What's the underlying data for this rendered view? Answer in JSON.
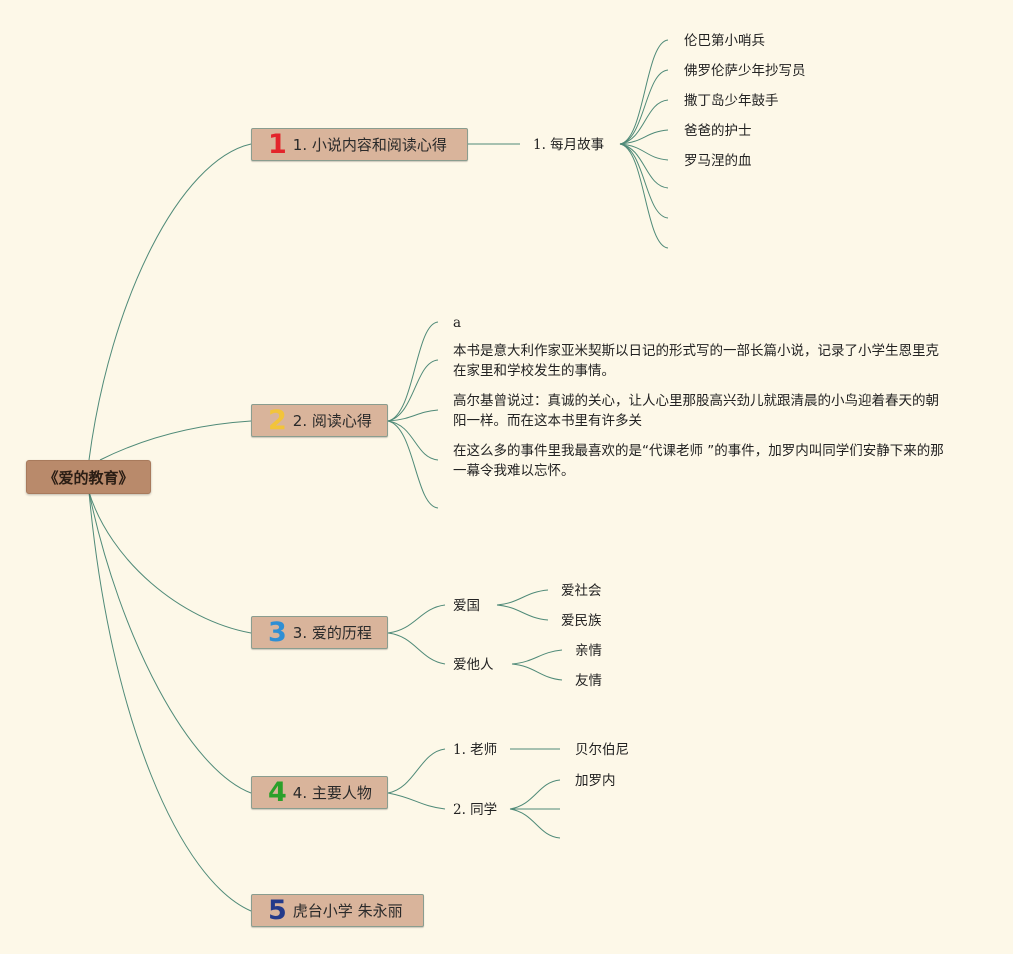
{
  "root": {
    "label": "《爱的教育》"
  },
  "topics": [
    {
      "number": "1",
      "label": "1. 小说内容和阅读心得"
    },
    {
      "number": "2",
      "label": "2. 阅读心得"
    },
    {
      "number": "3",
      "label": "3. 爱的历程"
    },
    {
      "number": "4",
      "label": "4. 主要人物"
    },
    {
      "number": "5",
      "label": "虎台小学 朱永丽"
    }
  ],
  "t1": {
    "sub": "1. 每月故事",
    "stories": [
      "伦巴第小哨兵",
      "佛罗伦萨少年抄写员",
      "撒丁岛少年鼓手",
      "爸爸的护士",
      "罗马涅的血"
    ]
  },
  "t2": {
    "items": [
      "a",
      "本书是意大利作家亚米契斯以日记的形式写的一部长篇小说，记录了小学生恩里克 在家里和学校发生的事情。",
      "高尔基曾说过：真诚的关心，让人心里那股高兴劲儿就跟清晨的小鸟迎着春天的朝阳一样。而在这本书里有许多关",
      "在这么多的事件里我最喜欢的是“代课老师 ”的事件，加罗内叫同学们安静下来的那一幕令我难以忘怀。"
    ]
  },
  "t3": {
    "groups": [
      {
        "label": "爱国",
        "children": [
          "爱社会",
          "爱民族"
        ]
      },
      {
        "label": "爱他人",
        "children": [
          "亲情",
          "友情"
        ]
      }
    ]
  },
  "t4": {
    "groups": [
      {
        "label": "1. 老师",
        "children": [
          "贝尔伯尼"
        ]
      },
      {
        "label": "2. 同学",
        "children": [
          "加罗内"
        ]
      }
    ]
  },
  "colors": {
    "background": "#fdf8e8",
    "root": "#b98a6b",
    "topic": "#d9b49b",
    "line": "#4f8a78"
  }
}
